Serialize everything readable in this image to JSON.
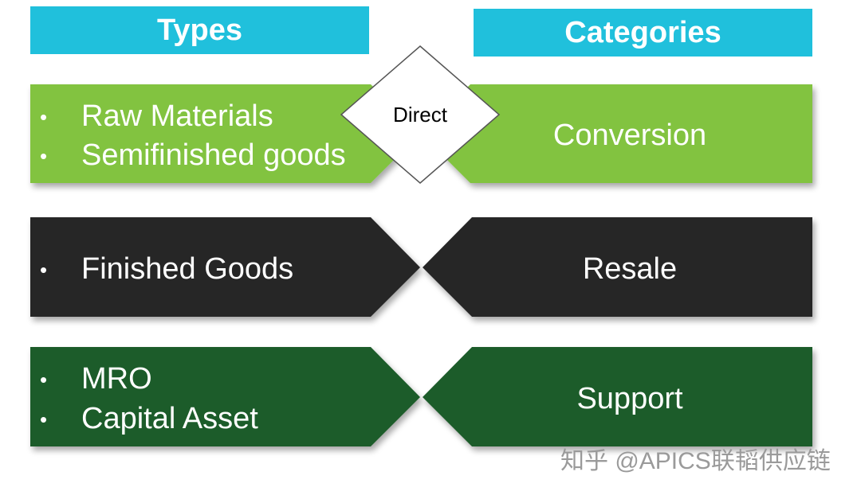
{
  "headers": {
    "types": "Types",
    "categories": "Categories"
  },
  "rows": [
    {
      "items": [
        "Raw Materials",
        "Semifinished goods"
      ],
      "category": "Conversion",
      "color": "#82c341"
    },
    {
      "items": [
        "Finished Goods"
      ],
      "category": "Resale",
      "color": "#262626"
    },
    {
      "items": [
        "MRO",
        "Capital Asset"
      ],
      "category": "Support",
      "color": "#1f5b2a"
    }
  ],
  "diamond_label": "Direct",
  "bullet_symbol": "•",
  "watermark": "知乎 @APICS联韬供应链",
  "colors": {
    "header": "#20c0dc",
    "diamond_fill": "#ffffff",
    "diamond_stroke": "#555555"
  }
}
